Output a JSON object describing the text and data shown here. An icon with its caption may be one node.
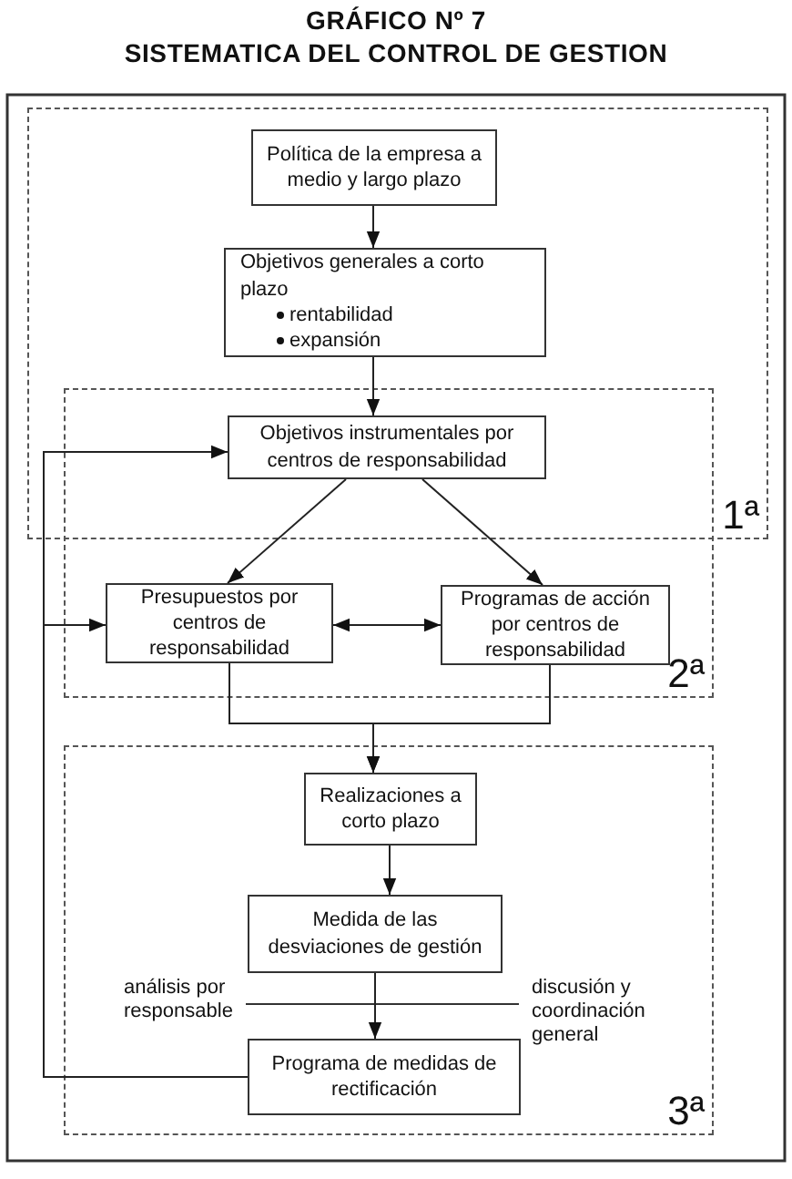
{
  "diagram": {
    "title": "GRÁFICO Nº 7",
    "nodes": [
      {
        "text": [
          "1ª"
        ]
      },
      {
        "text": [
          "Política de la empresa a medio y largo plazo"
        ],
        "in": 0
      },
      {
        "text": [
          "Objetivos generales a corto plazo",
          "rentabilidad",
          "expansión"
        ],
        "in": 0
      },
      {
        "text": [
          "2ª"
        ]
      },
      {
        "text": [
          "Objetivos instrumentales por centros de responsabilidad"
        ]
      },
      {
        "text": [
          "Presupuestos por centros de responsabilidad"
        ],
        "in": 3
      },
      {
        "text": [
          "Programas de acción por centros de responsabilidad"
        ],
        "in": 3
      },
      {
        "text": [
          "3ª"
        ]
      },
      {
        "text": [
          "Realizaciones a corto plazo"
        ],
        "in": 7
      },
      {
        "text": [
          "Medida de las desviaciones de gestión"
        ],
        "in": 7
      },
      {
        "text": [
          "Programa de medidas de rectificación"
        ],
        "in": 7
      }
    ],
    "edges": [
      {
        "from": 1,
        "to": 2,
        "arrow": "to"
      },
      {
        "from": 2,
        "to": 4,
        "arrow": "to"
      },
      {
        "from": 4,
        "to": 5,
        "arrow": "to"
      },
      {
        "from": 4,
        "to": 6,
        "arrow": "to"
      },
      {
        "from": 5,
        "to": 6,
        "arrow": "both"
      },
      {
        "from": 5,
        "to": 8,
        "arrow": "to"
      },
      {
        "from": 6,
        "to": 8,
        "arrow": "to"
      },
      {
        "from": 8,
        "to": 9,
        "arrow": "to"
      },
      {
        "from": 9,
        "to": 10,
        "arrow": "to"
      },
      {
        "from": 10,
        "to": 4,
        "arrow": "to"
      },
      {
        "from": 10,
        "to": 5,
        "arrow": "to"
      }
    ],
    "labels": [
      "SISTEMATICA DEL CONTROL DE GESTION",
      "análisis por responsable",
      "discusión y coordinación general"
    ]
  }
}
